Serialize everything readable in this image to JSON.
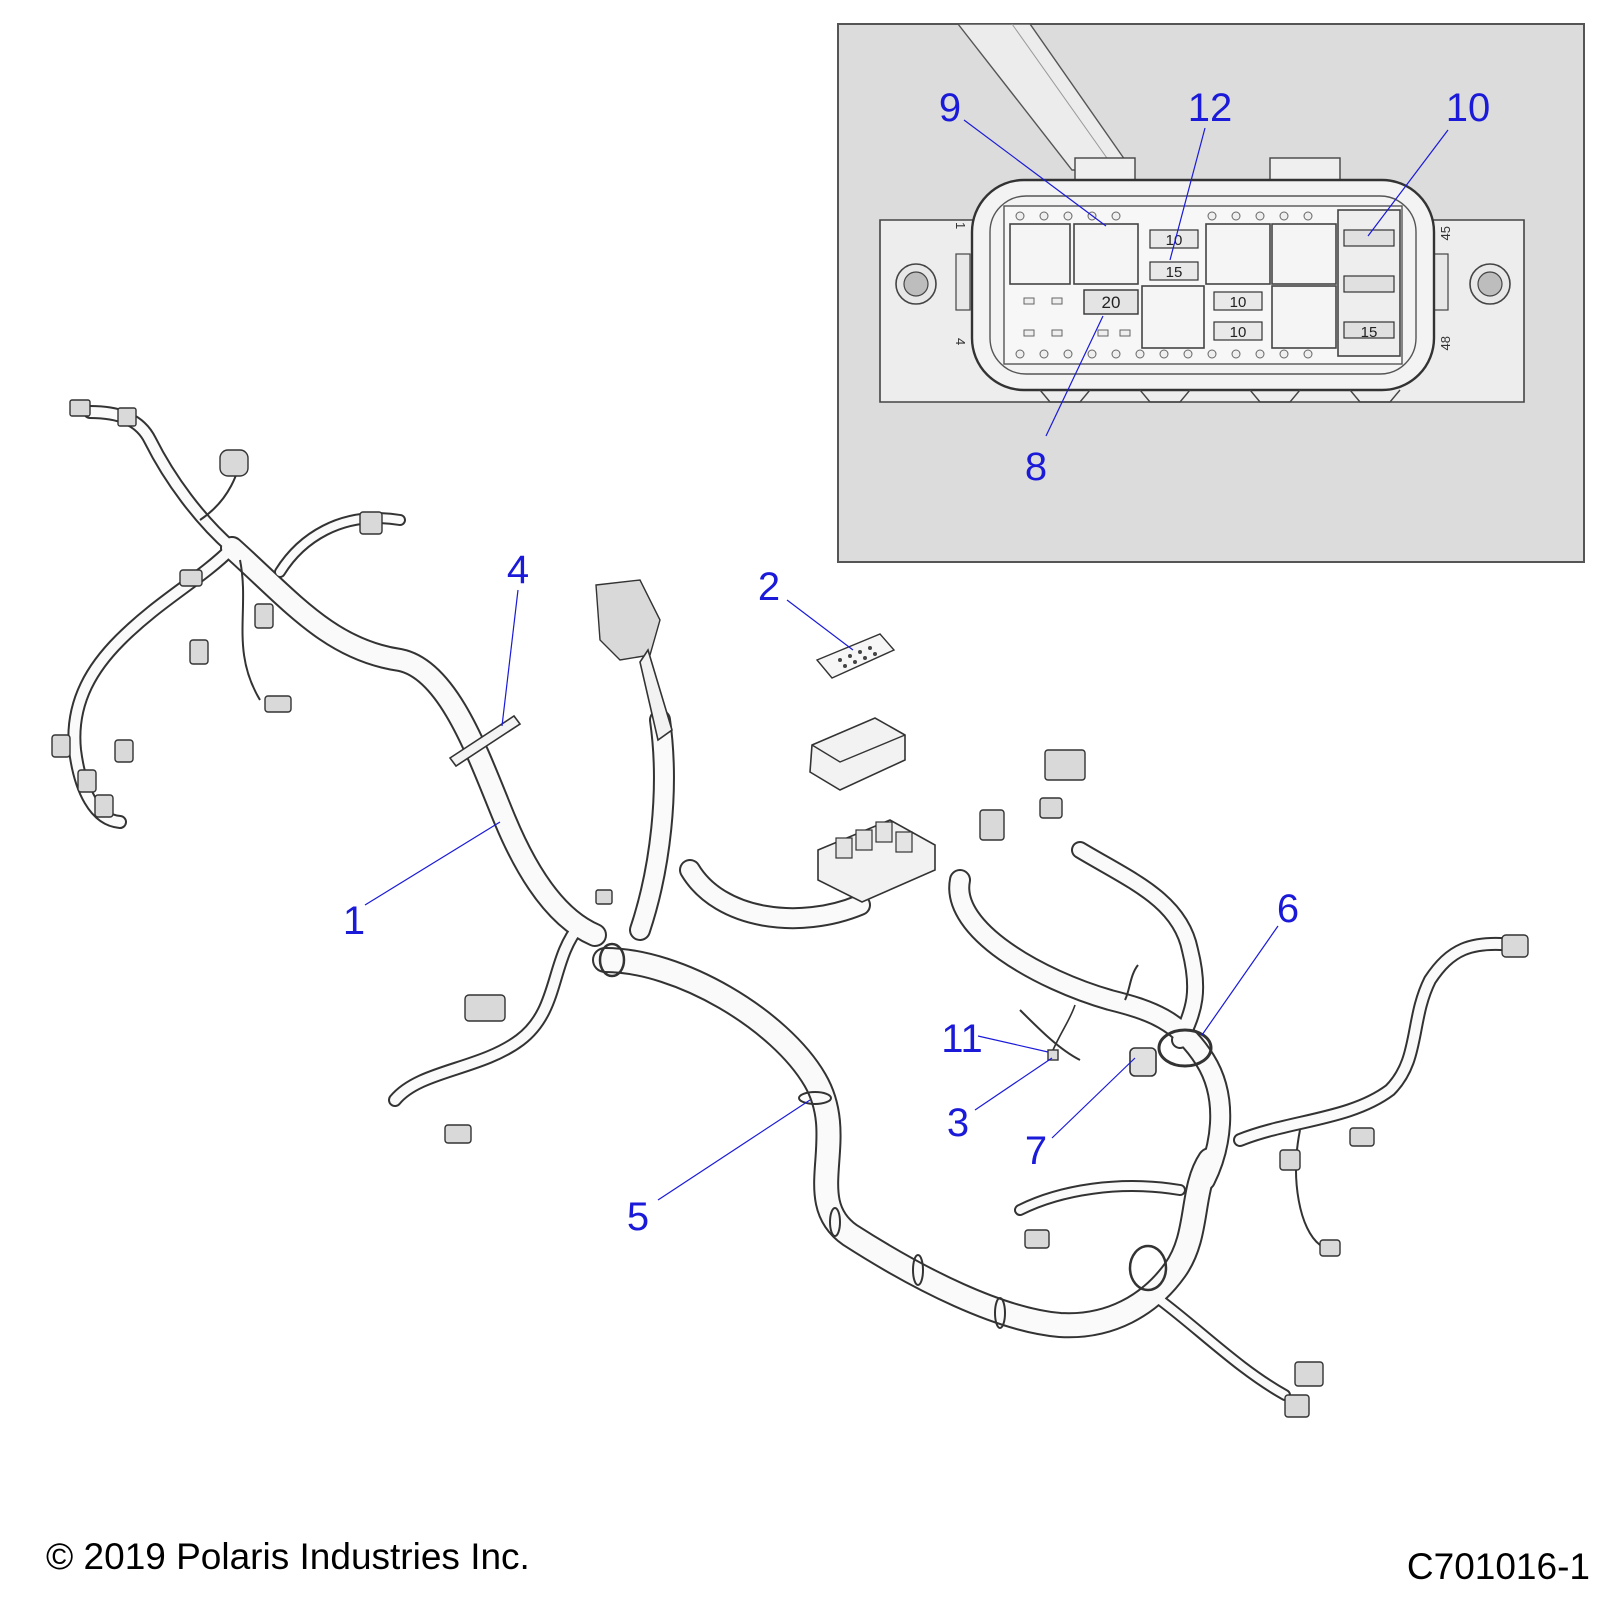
{
  "callouts": [
    {
      "id": "1",
      "label": "1"
    },
    {
      "id": "2",
      "label": "2"
    },
    {
      "id": "3",
      "label": "3"
    },
    {
      "id": "4",
      "label": "4"
    },
    {
      "id": "5",
      "label": "5"
    },
    {
      "id": "6",
      "label": "6"
    },
    {
      "id": "7",
      "label": "7"
    },
    {
      "id": "8",
      "label": "8"
    },
    {
      "id": "9",
      "label": "9"
    },
    {
      "id": "10",
      "label": "10"
    },
    {
      "id": "11",
      "label": "11"
    },
    {
      "id": "12",
      "label": "12"
    }
  ],
  "inset": {
    "fuse_labels": {
      "f10_top": "10",
      "f15": "15",
      "f20": "20",
      "f10_mid_a": "10",
      "f10_mid_b": "10",
      "f15_right": "15"
    },
    "pin_labels": {
      "pin1": "1",
      "pin4": "4",
      "pin45": "45",
      "pin48": "48"
    }
  },
  "footer": {
    "copyright": "© 2019 Polaris Industries Inc.",
    "figure_id": "C701016-1"
  }
}
